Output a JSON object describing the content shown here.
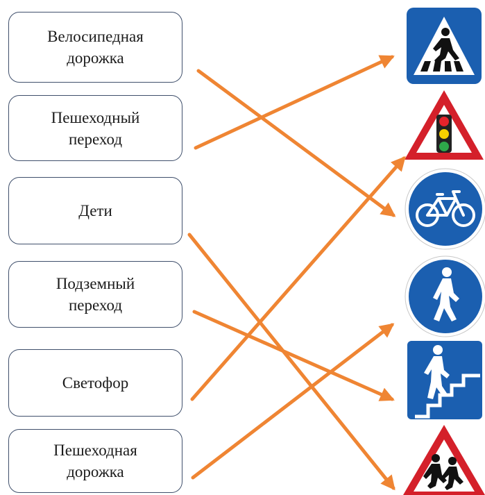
{
  "labels": [
    {
      "id": "bike-path",
      "text": "Велосипедная\nдорожка"
    },
    {
      "id": "crosswalk",
      "text": "Пешеходный\nпереход"
    },
    {
      "id": "children",
      "text": "Дети"
    },
    {
      "id": "underpass",
      "text": "Подземный\nпереход"
    },
    {
      "id": "traffic-light",
      "text": "Светофор"
    },
    {
      "id": "footpath",
      "text": "Пешеходная\nдорожка"
    }
  ],
  "signs": [
    "crosswalk-sign",
    "traffic-light-warning-sign",
    "bicycle-path-sign",
    "pedestrian-path-sign",
    "underpass-sign",
    "children-warning-sign"
  ],
  "matches": [
    {
      "from": 0,
      "to": 2
    },
    {
      "from": 1,
      "to": 0
    },
    {
      "from": 2,
      "to": 5
    },
    {
      "from": 3,
      "to": 4
    },
    {
      "from": 4,
      "to": 1
    },
    {
      "from": 5,
      "to": 3
    }
  ],
  "colors": {
    "arrow": "#ef8533",
    "sign_blue": "#1b5fb0",
    "sign_red": "#d4202a",
    "box_border": "#3f4f6b"
  }
}
